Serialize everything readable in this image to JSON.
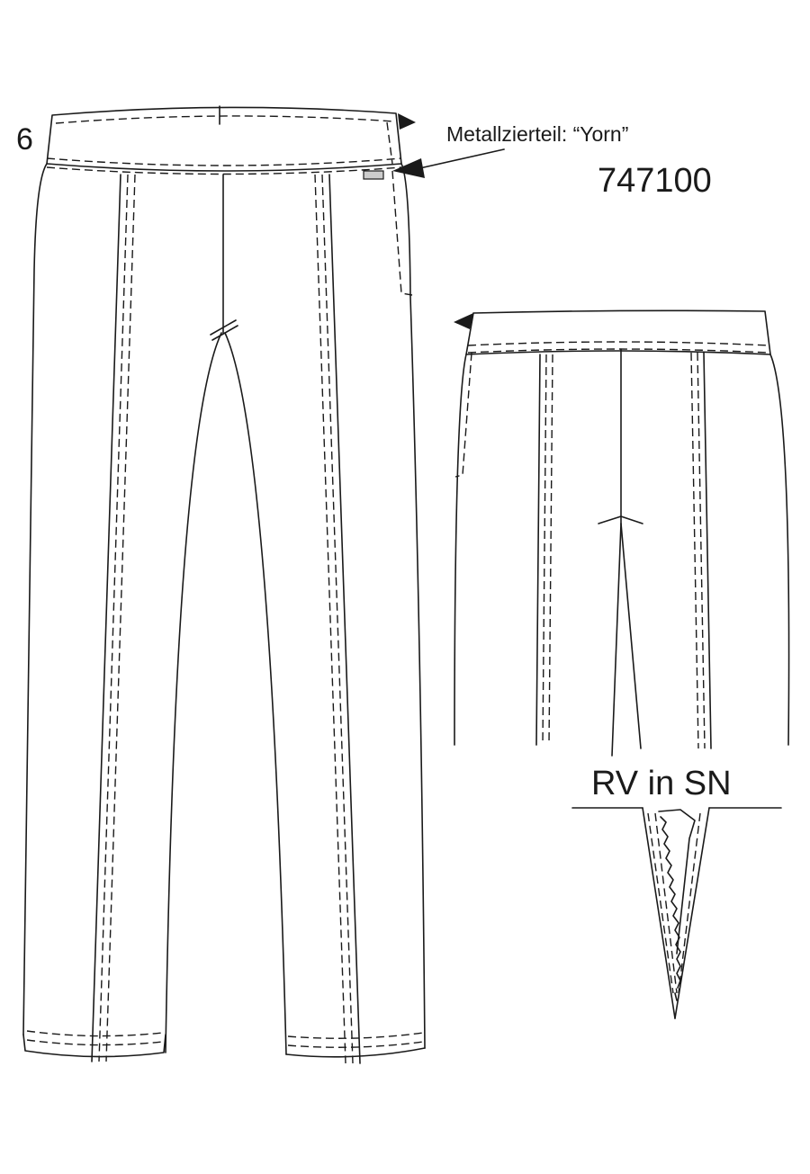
{
  "labels": {
    "size": "6",
    "callout": "Metallzierteil: “Yorn”",
    "article": "747100",
    "detail": "RV in SN"
  },
  "colors": {
    "line": "#1a1a1a",
    "background": "#ffffff",
    "trim_fill": "#cccccc"
  }
}
